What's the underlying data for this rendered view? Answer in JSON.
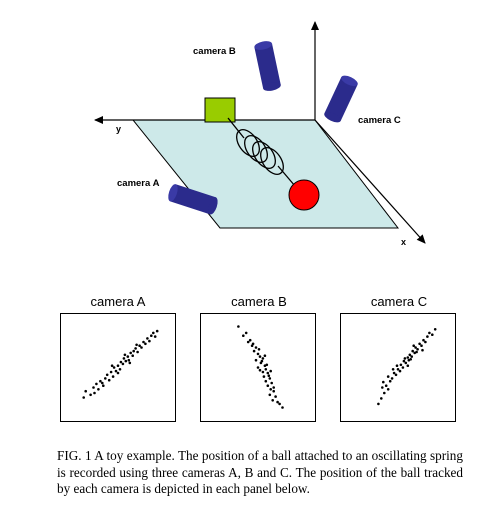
{
  "scene": {
    "camera_a_label": "camera A",
    "camera_b_label": "camera B",
    "camera_c_label": "camera C",
    "axis_x_label": "x",
    "axis_y_label": "y",
    "colors": {
      "plane": "#cde9e9",
      "camera": "#2b2b8c",
      "ball": "#ff0000",
      "mount": "#99cc00"
    }
  },
  "panels": [
    {
      "title": "camera A",
      "trend": "positive diagonal",
      "points": [
        [
          0.15,
          0.17
        ],
        [
          0.17,
          0.24
        ],
        [
          0.22,
          0.2
        ],
        [
          0.25,
          0.28
        ],
        [
          0.28,
          0.32
        ],
        [
          0.3,
          0.26
        ],
        [
          0.32,
          0.35
        ],
        [
          0.35,
          0.3
        ],
        [
          0.37,
          0.38
        ],
        [
          0.39,
          0.42
        ],
        [
          0.41,
          0.36
        ],
        [
          0.43,
          0.45
        ],
        [
          0.45,
          0.4
        ],
        [
          0.46,
          0.5
        ],
        [
          0.48,
          0.46
        ],
        [
          0.5,
          0.52
        ],
        [
          0.52,
          0.48
        ],
        [
          0.53,
          0.56
        ],
        [
          0.55,
          0.54
        ],
        [
          0.56,
          0.6
        ],
        [
          0.58,
          0.57
        ],
        [
          0.6,
          0.62
        ],
        [
          0.61,
          0.58
        ],
        [
          0.63,
          0.66
        ],
        [
          0.65,
          0.63
        ],
        [
          0.66,
          0.68
        ],
        [
          0.68,
          0.71
        ],
        [
          0.7,
          0.67
        ],
        [
          0.72,
          0.74
        ],
        [
          0.74,
          0.72
        ],
        [
          0.76,
          0.78
        ],
        [
          0.78,
          0.76
        ],
        [
          0.8,
          0.82
        ],
        [
          0.82,
          0.79
        ],
        [
          0.84,
          0.85
        ],
        [
          0.86,
          0.88
        ],
        [
          0.88,
          0.84
        ],
        [
          0.9,
          0.9
        ],
        [
          0.44,
          0.52
        ],
        [
          0.5,
          0.44
        ],
        [
          0.57,
          0.64
        ],
        [
          0.62,
          0.55
        ],
        [
          0.69,
          0.75
        ],
        [
          0.34,
          0.33
        ],
        [
          0.26,
          0.22
        ]
      ]
    },
    {
      "title": "camera B",
      "trend": "near-vertical band",
      "points": [
        [
          0.3,
          0.95
        ],
        [
          0.35,
          0.85
        ],
        [
          0.38,
          0.88
        ],
        [
          0.42,
          0.8
        ],
        [
          0.45,
          0.76
        ],
        [
          0.48,
          0.72
        ],
        [
          0.46,
          0.68
        ],
        [
          0.5,
          0.65
        ],
        [
          0.52,
          0.62
        ],
        [
          0.48,
          0.58
        ],
        [
          0.55,
          0.6
        ],
        [
          0.53,
          0.55
        ],
        [
          0.57,
          0.52
        ],
        [
          0.5,
          0.5
        ],
        [
          0.58,
          0.48
        ],
        [
          0.55,
          0.45
        ],
        [
          0.6,
          0.44
        ],
        [
          0.56,
          0.4
        ],
        [
          0.62,
          0.38
        ],
        [
          0.58,
          0.35
        ],
        [
          0.64,
          0.33
        ],
        [
          0.6,
          0.3
        ],
        [
          0.63,
          0.26
        ],
        [
          0.66,
          0.24
        ],
        [
          0.62,
          0.2
        ],
        [
          0.68,
          0.18
        ],
        [
          0.65,
          0.14
        ],
        [
          0.7,
          0.12
        ],
        [
          0.72,
          0.1
        ],
        [
          0.54,
          0.57
        ],
        [
          0.59,
          0.53
        ],
        [
          0.52,
          0.47
        ],
        [
          0.61,
          0.41
        ],
        [
          0.57,
          0.63
        ],
        [
          0.44,
          0.74
        ],
        [
          0.66,
          0.28
        ],
        [
          0.75,
          0.06
        ],
        [
          0.4,
          0.78
        ],
        [
          0.63,
          0.46
        ],
        [
          0.51,
          0.7
        ]
      ]
    },
    {
      "title": "camera C",
      "trend": "steep positive diagonal",
      "points": [
        [
          0.3,
          0.1
        ],
        [
          0.33,
          0.16
        ],
        [
          0.36,
          0.22
        ],
        [
          0.34,
          0.28
        ],
        [
          0.38,
          0.3
        ],
        [
          0.4,
          0.26
        ],
        [
          0.42,
          0.35
        ],
        [
          0.4,
          0.4
        ],
        [
          0.44,
          0.38
        ],
        [
          0.46,
          0.44
        ],
        [
          0.48,
          0.42
        ],
        [
          0.5,
          0.48
        ],
        [
          0.52,
          0.46
        ],
        [
          0.53,
          0.53
        ],
        [
          0.55,
          0.5
        ],
        [
          0.56,
          0.57
        ],
        [
          0.58,
          0.55
        ],
        [
          0.6,
          0.61
        ],
        [
          0.61,
          0.58
        ],
        [
          0.62,
          0.64
        ],
        [
          0.64,
          0.62
        ],
        [
          0.65,
          0.68
        ],
        [
          0.67,
          0.66
        ],
        [
          0.68,
          0.72
        ],
        [
          0.7,
          0.7
        ],
        [
          0.72,
          0.76
        ],
        [
          0.74,
          0.74
        ],
        [
          0.76,
          0.8
        ],
        [
          0.78,
          0.78
        ],
        [
          0.8,
          0.84
        ],
        [
          0.82,
          0.88
        ],
        [
          0.85,
          0.86
        ],
        [
          0.88,
          0.92
        ],
        [
          0.57,
          0.6
        ],
        [
          0.63,
          0.59
        ],
        [
          0.69,
          0.67
        ],
        [
          0.49,
          0.52
        ],
        [
          0.45,
          0.48
        ],
        [
          0.66,
          0.74
        ],
        [
          0.6,
          0.52
        ],
        [
          0.75,
          0.69
        ],
        [
          0.35,
          0.34
        ]
      ]
    }
  ],
  "caption": "FIG. 1  A toy example. The position of a ball attached to an oscillating spring is recorded using three cameras A, B and C. The position of the ball tracked by each camera is depicted in each panel below."
}
